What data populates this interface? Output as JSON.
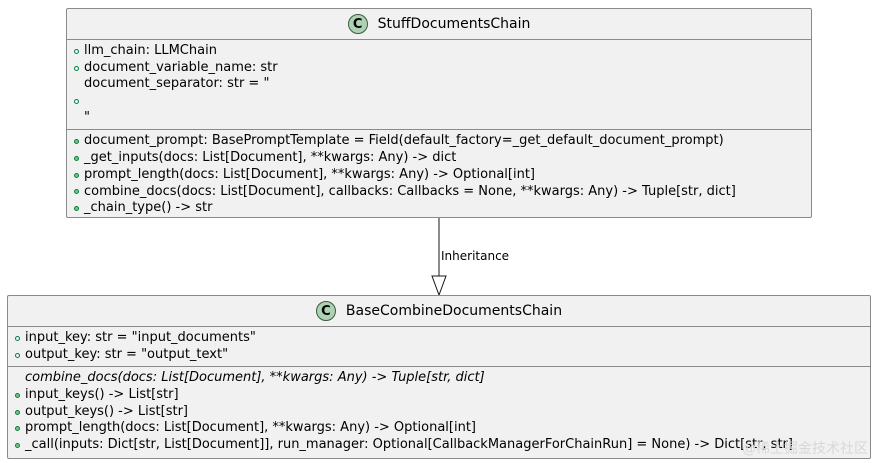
{
  "classes": [
    {
      "name": "StuffDocumentsChain",
      "stereotype": "C",
      "fields": [
        {
          "text": "llm_chain: LLMChain",
          "visibility": "public"
        },
        {
          "text": "document_variable_name: str",
          "visibility": "public"
        },
        {
          "text": "document_separator: str = \"\n\n\"",
          "visibility": "public"
        }
      ],
      "methods": [
        {
          "text": "document_prompt: BasePromptTemplate = Field(default_factory=_get_default_document_prompt)",
          "visibility": "public-method",
          "abstract": false
        },
        {
          "text": "_get_inputs(docs: List[Document], **kwargs: Any) -> dict",
          "visibility": "public-method",
          "abstract": false
        },
        {
          "text": "prompt_length(docs: List[Document], **kwargs: Any) -> Optional[int]",
          "visibility": "public-method",
          "abstract": false
        },
        {
          "text": "combine_docs(docs: List[Document], callbacks: Callbacks = None, **kwargs: Any) -> Tuple[str, dict]",
          "visibility": "public-method",
          "abstract": false
        },
        {
          "text": "_chain_type() -> str",
          "visibility": "public-method",
          "abstract": false
        }
      ]
    },
    {
      "name": "BaseCombineDocumentsChain",
      "stereotype": "C",
      "fields": [
        {
          "text": "input_key: str = \"input_documents\"",
          "visibility": "public"
        },
        {
          "text": "output_key: str = \"output_text\"",
          "visibility": "public"
        }
      ],
      "methods": [
        {
          "text": "combine_docs(docs: List[Document], **kwargs: Any) -> Tuple[str, dict]",
          "visibility": "none",
          "abstract": true
        },
        {
          "text": "input_keys() -> List[str]",
          "visibility": "public-method",
          "abstract": false
        },
        {
          "text": "output_keys() -> List[str]",
          "visibility": "public-method",
          "abstract": false
        },
        {
          "text": "prompt_length(docs: List[Document], **kwargs: Any) -> Optional[int]",
          "visibility": "public-method",
          "abstract": false
        },
        {
          "text": "_call(inputs: Dict[str, List[Document]], run_manager: Optional[CallbackManagerForChainRun] = None) -> Dict[str, str]",
          "visibility": "public-method",
          "abstract": false
        }
      ]
    }
  ],
  "relations": [
    {
      "from": "StuffDocumentsChain",
      "to": "BaseCombineDocumentsChain",
      "label": "Inheritance",
      "arrow": "hollow-triangle"
    }
  ],
  "watermark": "@稀土掘金技术社区",
  "colors": {
    "class_bg": "#f1f1f1",
    "class_border": "#8a8a8a",
    "badge_bg": "#add1b2",
    "field_marker": "#038048",
    "method_marker": "#84be84"
  }
}
